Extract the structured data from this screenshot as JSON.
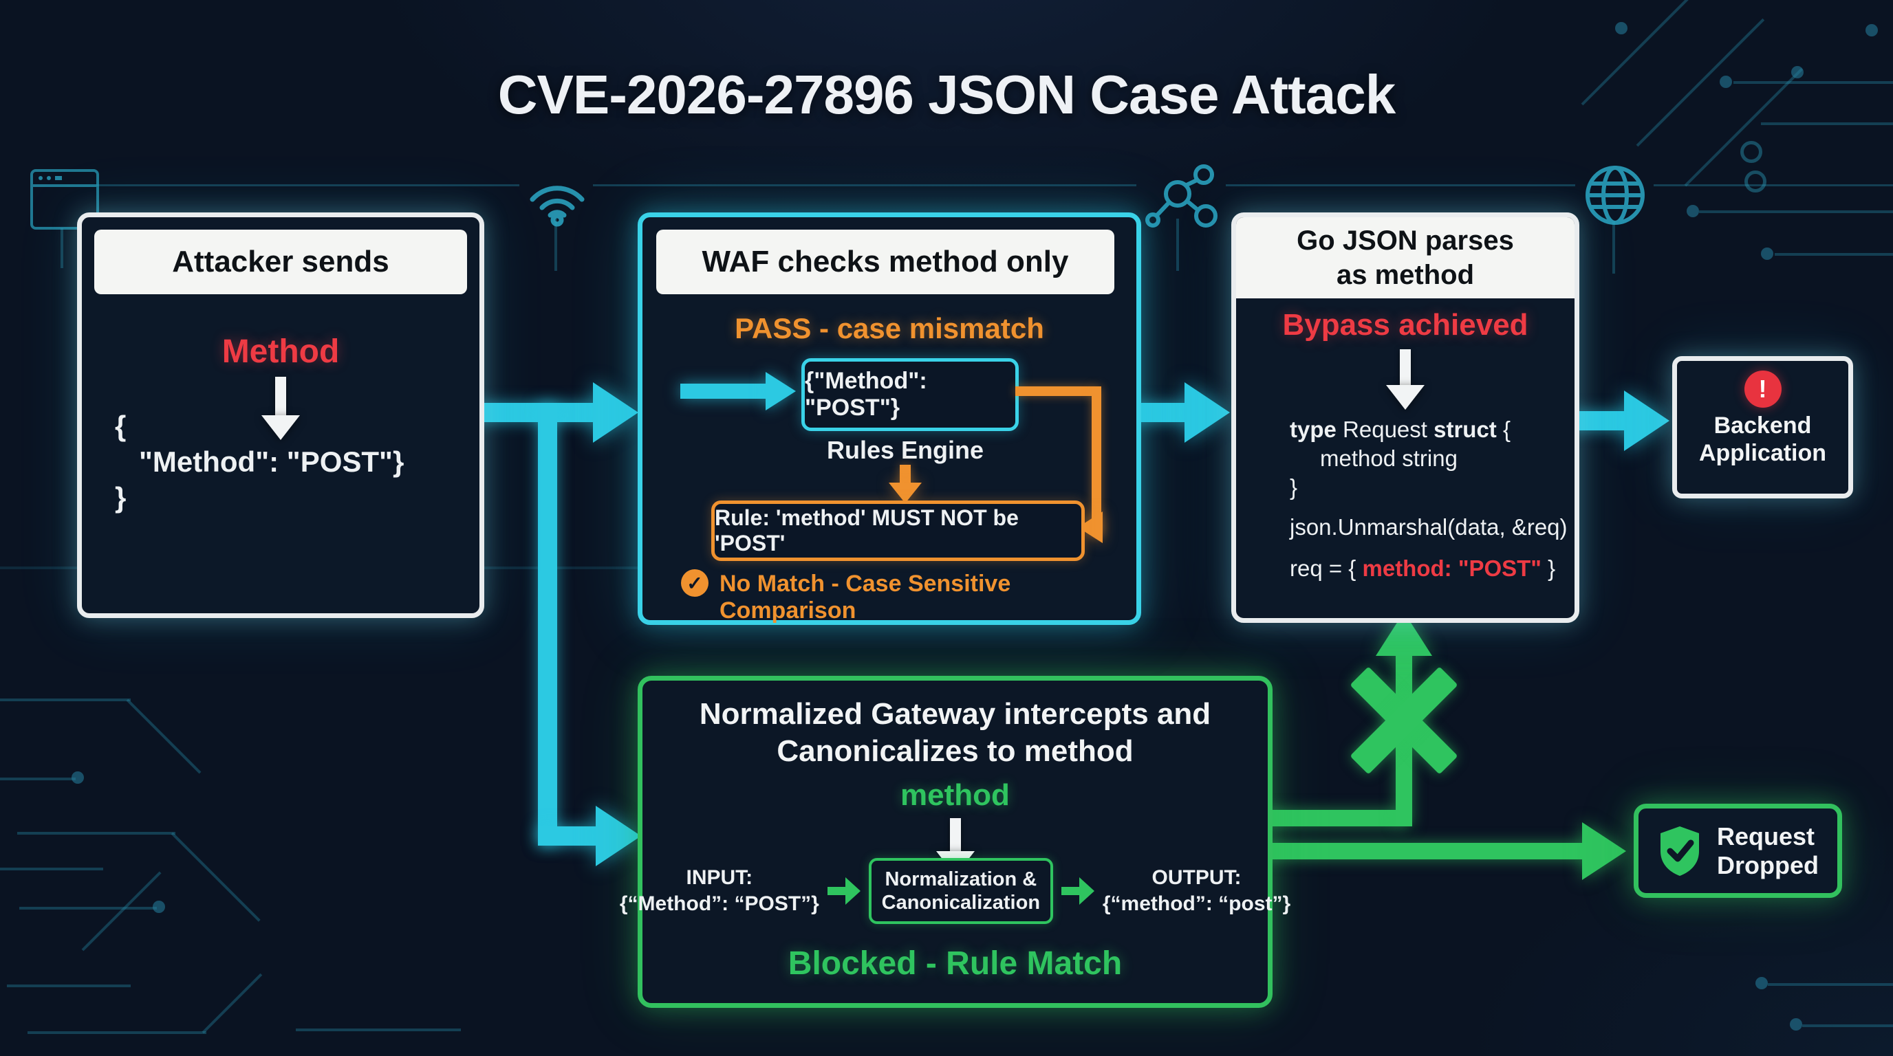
{
  "title": "CVE-2026-27896 JSON Case Attack",
  "colors": {
    "background": "#0a1322",
    "cyan": "#2cc9e2",
    "green": "#2fc45f",
    "orange": "#f0922f",
    "red": "#ee3b44",
    "panel_fill": "#0c1828",
    "panel_white": "#f4f5f3"
  },
  "icons": {
    "browser": "browser-window-icon",
    "wifi": "wifi-icon",
    "network": "network-nodes-icon",
    "globe": "globe-icon",
    "alert_glyph": "!",
    "check_glyph": "✓"
  },
  "attacker": {
    "header": "Attacker sends",
    "label": "Method",
    "code": "{\n   \"Method\": \"POST\"}\n}"
  },
  "waf": {
    "header": "WAF checks method only",
    "status": "PASS - case mismatch",
    "payload": "{\"Method\": \"POST\"}",
    "engine": "Rules Engine",
    "rule": "Rule: 'method' MUST NOT be 'POST'",
    "result": "No Match - Case Sensitive Comparison"
  },
  "go": {
    "header": "Go JSON parses as method",
    "status": "Bypass achieved",
    "code": {
      "kw_type": "type",
      "mid1": " Request ",
      "kw_struct": "struct",
      "brace": " {",
      "field": "method string",
      "close": "}",
      "unmarshal": "json.Unmarshal(data, &req)",
      "req_pre": "req = { ",
      "req_hl": "method: \"POST\"",
      "req_post": " }"
    }
  },
  "backend": {
    "label": "Backend Application"
  },
  "gateway": {
    "header": "Normalized Gateway intercepts and Canonicalizes to method",
    "keyword": "method",
    "input_label": "INPUT:",
    "input_value": "{“Method”: “POST”}",
    "process": "Normalization & Canonicalization",
    "output_label": "OUTPUT:",
    "output_value": "{“method”: “post”}",
    "verdict": "Blocked - Rule Match"
  },
  "dropped": {
    "label": "Request Dropped"
  }
}
